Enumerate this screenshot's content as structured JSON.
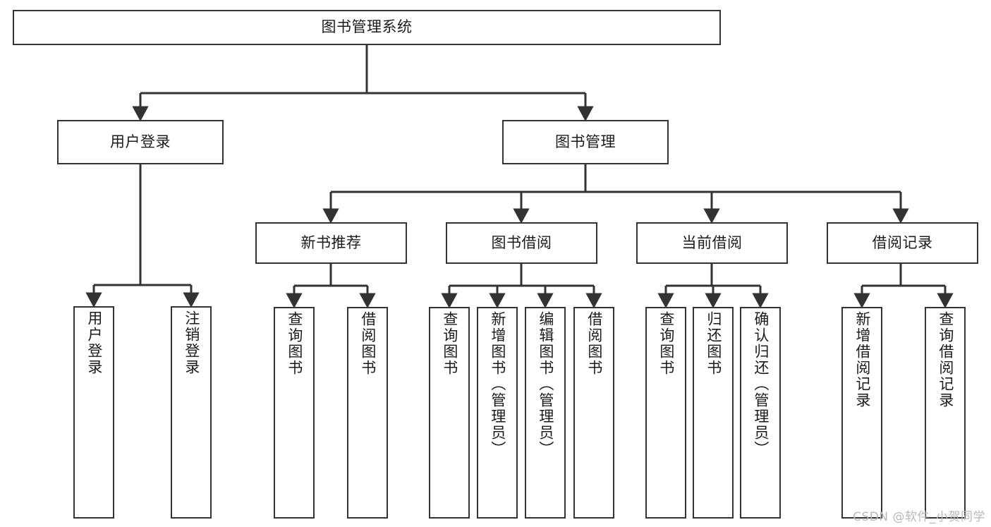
{
  "diagram": {
    "title": "图书管理系统",
    "type": "tree-hierarchy-chart",
    "colors": {
      "box_border": "#333333",
      "box_fill": "#ffffff",
      "connector": "#333333",
      "text": "#1b1b1b",
      "watermark": "#b9b9b9"
    },
    "nodes": {
      "root": {
        "label": "图书管理系统",
        "orientation": "horizontal"
      },
      "level2": [
        {
          "id": "user-login",
          "label": "用户登录",
          "orientation": "horizontal"
        },
        {
          "id": "book-management",
          "label": "图书管理",
          "orientation": "horizontal"
        }
      ],
      "level3": [
        {
          "id": "new-book-recommend",
          "label": "新书推荐",
          "orientation": "horizontal"
        },
        {
          "id": "book-borrow",
          "label": "图书借阅",
          "orientation": "horizontal"
        },
        {
          "id": "current-borrow",
          "label": "当前借阅",
          "orientation": "horizontal"
        },
        {
          "id": "borrow-record",
          "label": "借阅记录",
          "orientation": "horizontal"
        }
      ],
      "leaves": [
        {
          "id": "leaf-user-login",
          "label": "用户登录",
          "parent": "user-login",
          "orientation": "vertical"
        },
        {
          "id": "leaf-logout-login",
          "label": "注销登录",
          "parent": "user-login",
          "orientation": "vertical"
        },
        {
          "id": "leaf-query-book-1",
          "label": "查询图书",
          "parent": "new-book-recommend",
          "orientation": "vertical"
        },
        {
          "id": "leaf-borrow-book-1",
          "label": "借阅图书",
          "parent": "new-book-recommend",
          "orientation": "vertical"
        },
        {
          "id": "leaf-query-book-2",
          "label": "查询图书",
          "parent": "book-borrow",
          "orientation": "vertical"
        },
        {
          "id": "leaf-add-book",
          "label": "新增图书（管理员）",
          "parent": "book-borrow",
          "orientation": "vertical"
        },
        {
          "id": "leaf-edit-book",
          "label": "编辑图书（管理员）",
          "parent": "book-borrow",
          "orientation": "vertical"
        },
        {
          "id": "leaf-borrow-book-2",
          "label": "借阅图书",
          "parent": "book-borrow",
          "orientation": "vertical"
        },
        {
          "id": "leaf-query-book-3",
          "label": "查询图书",
          "parent": "current-borrow",
          "orientation": "vertical"
        },
        {
          "id": "leaf-return-book",
          "label": "归还图书",
          "parent": "current-borrow",
          "orientation": "vertical"
        },
        {
          "id": "leaf-confirm-return",
          "label": "确认归还（管理员）",
          "parent": "current-borrow",
          "orientation": "vertical"
        },
        {
          "id": "leaf-add-record",
          "label": "新增借阅记录",
          "parent": "borrow-record",
          "orientation": "vertical"
        },
        {
          "id": "leaf-query-record",
          "label": "查询借阅记录",
          "parent": "borrow-record",
          "orientation": "vertical"
        }
      ]
    }
  },
  "watermark": {
    "text": "CSDN @软件_小贺同学"
  }
}
